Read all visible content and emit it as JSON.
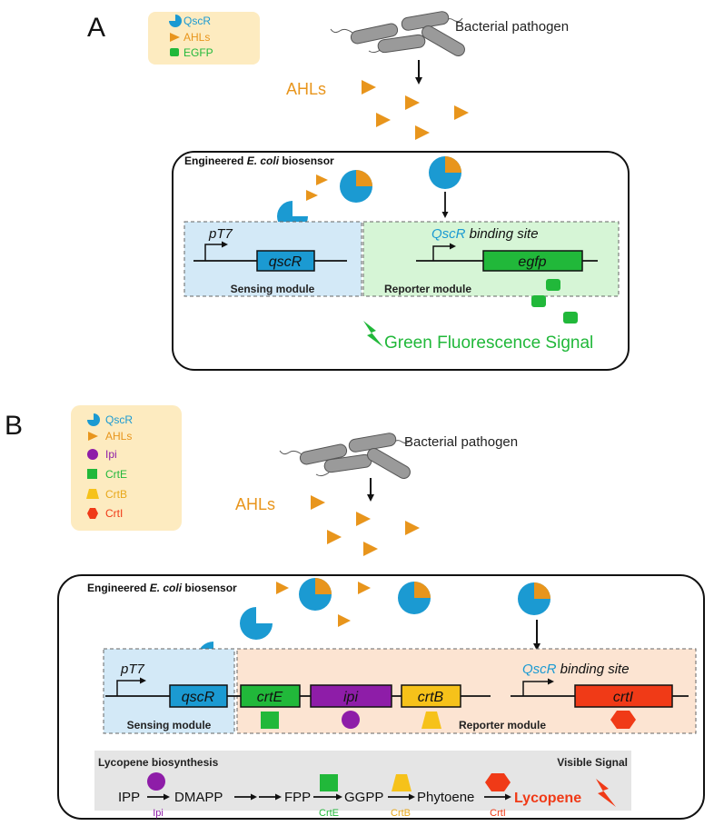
{
  "panelA": {
    "label": "A",
    "legend": [
      {
        "label": "QscR",
        "color": "#1B9AD2"
      },
      {
        "label": "AHLs",
        "color": "#E8951C"
      },
      {
        "label": "EGFP",
        "color": "#21B83A"
      }
    ],
    "pathogen_label": "Bacterial pathogen",
    "ahls_label": "AHLs",
    "box_title_prefix": "Engineered ",
    "box_title_italic": "E. coli",
    "box_title_suffix": " biosensor",
    "promoter": "pT7",
    "gene_qscr": "qscR",
    "binding_qscr": "QscR",
    "binding_rest": " binding site",
    "gene_egfp": "egfp",
    "sensing_module": "Sensing module",
    "reporter_module": "Reporter module",
    "signal": "Green Fluorescence Signal"
  },
  "panelB": {
    "label": "B",
    "legend": [
      {
        "label": "QscR",
        "color": "#1B9AD2"
      },
      {
        "label": "AHLs",
        "color": "#E8951C"
      },
      {
        "label": "Ipi",
        "color": "#8E1DA8"
      },
      {
        "label": "CrtE",
        "color": "#21B83A"
      },
      {
        "label": "CrtB",
        "color": "#F6C21A"
      },
      {
        "label": "CrtI",
        "color": "#F03A17"
      }
    ],
    "pathogen_label": "Bacterial pathogen",
    "ahls_label": "AHLs",
    "box_title_prefix": "Engineered ",
    "box_title_italic": "E. coli",
    "box_title_suffix": " biosensor",
    "promoter": "pT7",
    "genes": {
      "qscr": "qscR",
      "crte": "crtE",
      "ipi": "ipi",
      "crtb": "crtB",
      "crti": "crtI"
    },
    "binding_qscr": "QscR",
    "binding_rest": " binding site",
    "sensing_module": "Sensing module",
    "reporter_module": "Reporter module",
    "pathway_title": "Lycopene biosynthesis",
    "visible_signal": "Visible Signal",
    "pathway": {
      "ipp": "IPP",
      "dmapp": "DMAPP",
      "fpp": "FPP",
      "ggpp": "GGPP",
      "phytoene": "Phytoene",
      "lycopene": "Lycopene"
    },
    "enzymes": {
      "ipi": "Ipi",
      "crte": "CrtE",
      "crtb": "CrtB",
      "crti": "CrtI"
    }
  }
}
